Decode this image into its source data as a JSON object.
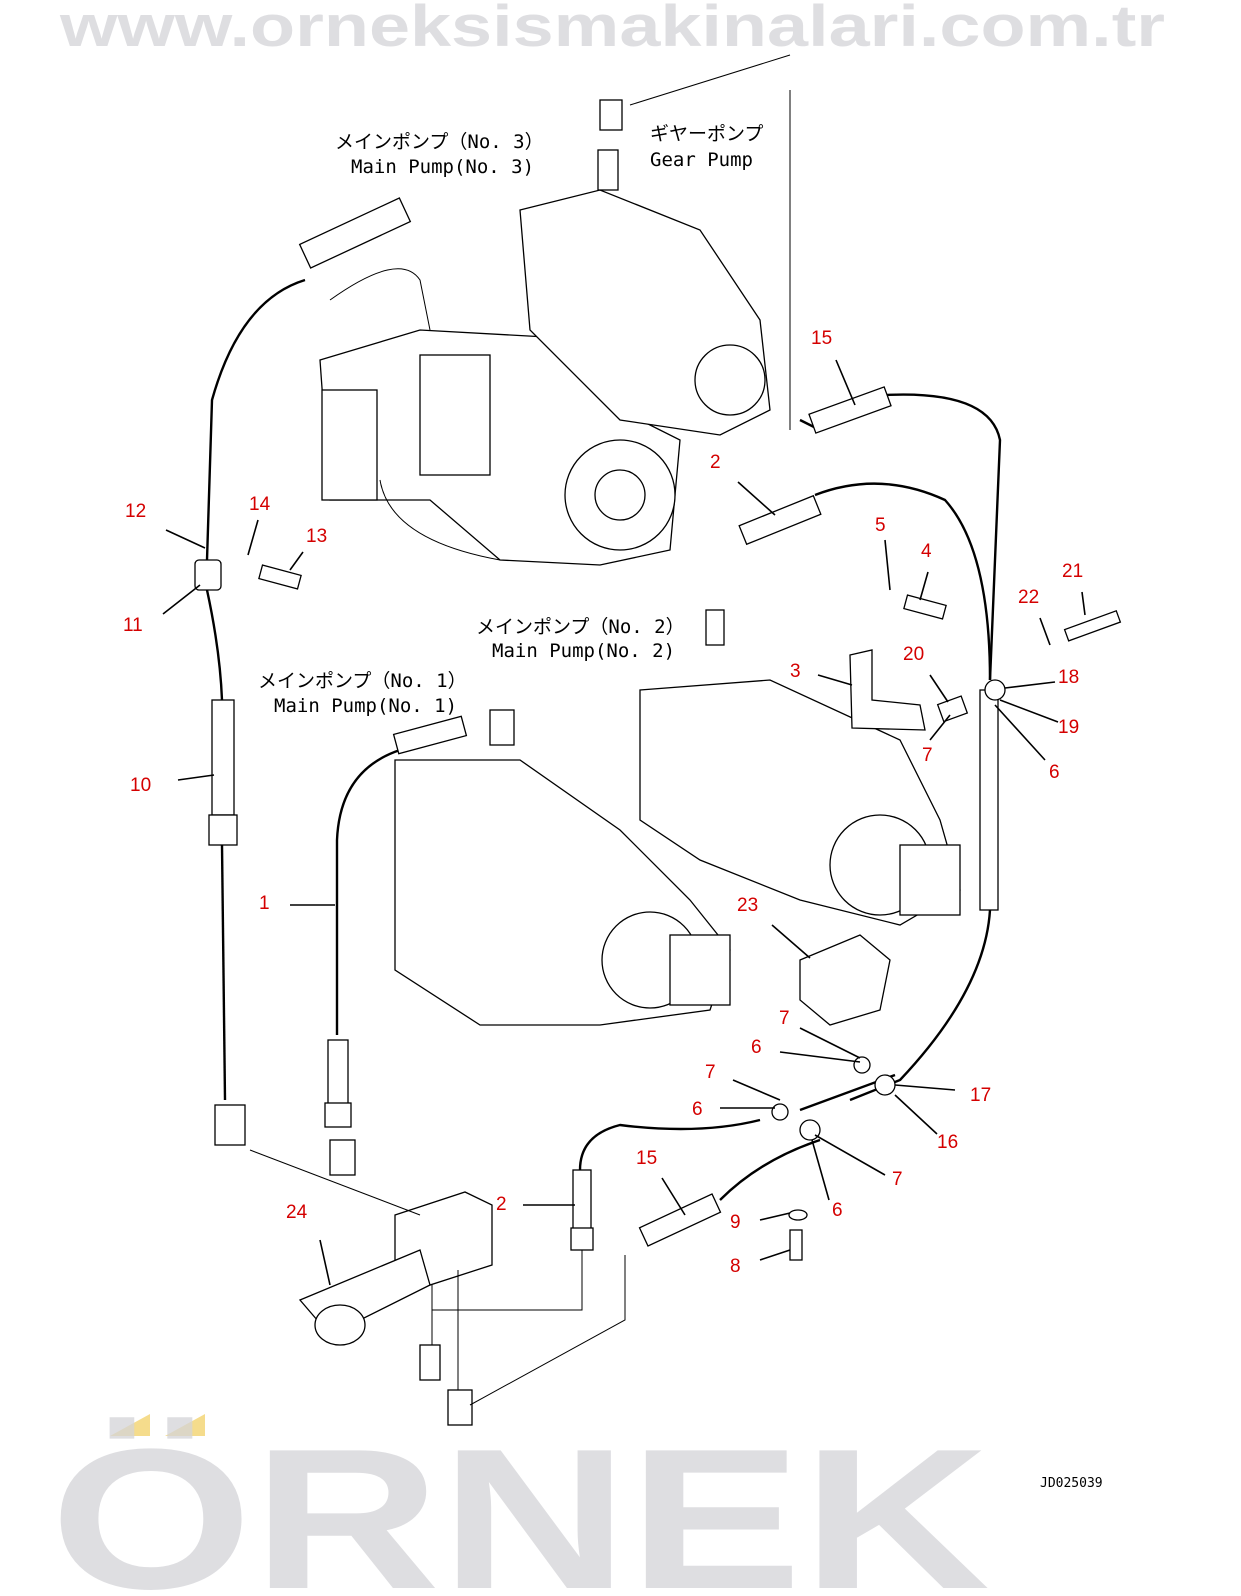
{
  "captions": {
    "pump3_jp": "メインポンプ（No. 3）",
    "pump3_en": "Main Pump(No. 3)",
    "gear_jp": "ギヤーポンプ",
    "gear_en": "Gear Pump",
    "pump2_jp": "メインポンプ（No. 2）",
    "pump2_en": "Main Pump(No. 2)",
    "pump1_jp": "メインポンプ（No. 1）",
    "pump1_en": "Main Pump(No. 1)"
  },
  "callouts": [
    "15",
    "2",
    "5",
    "4",
    "21",
    "22",
    "20",
    "3",
    "18",
    "19",
    "7",
    "6",
    "12",
    "14",
    "13",
    "11",
    "10",
    "1",
    "23",
    "7",
    "6",
    "7",
    "17",
    "6",
    "16",
    "7",
    "15",
    "2",
    "6",
    "9",
    "24",
    "8"
  ],
  "drawing_code": "JD025039",
  "watermark": {
    "brand": "ÖRNEK",
    "url": "www.orneksismakinalari.com.tr"
  },
  "colors": {
    "callout": "#d40000",
    "watermark": "#d4d4d8",
    "accent": "#f5dc8c"
  }
}
